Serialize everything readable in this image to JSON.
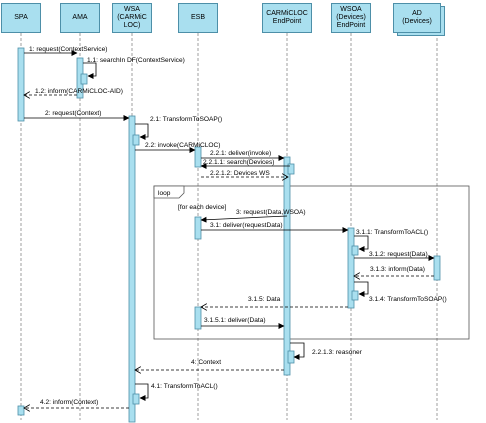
{
  "participants": [
    {
      "id": "spa",
      "label": "SPA"
    },
    {
      "id": "ama",
      "label": "AMA"
    },
    {
      "id": "wsa",
      "label": "WSA\n(CARMiC\nLOC)"
    },
    {
      "id": "esb",
      "label": "ESB"
    },
    {
      "id": "carmi",
      "label": "CARMiCLOC\nEndPoint"
    },
    {
      "id": "wsoa",
      "label": "WSOA\n(Devices)\nEndPoint"
    },
    {
      "id": "ad",
      "label": "AD\n(Devices)"
    }
  ],
  "frame": {
    "title": "loop",
    "guard": "[for each device]"
  },
  "messages": {
    "m1": "1: request(ContextService)",
    "m1_1": "1.1: searchIn DF(ContextService)",
    "m1_2": "1.2: inform(CARMiCLOC-AID)",
    "m2": "2: request(Context)",
    "m2_1": "2.1: TransformToSOAP()",
    "m2_2": "2.2: invoke(CARMiCLOC)",
    "m2_2_1": "2.2.1: deliver(invoke)",
    "m2_2_1_1": "2.2.1.1: search(Devices)",
    "m2_2_1_2": "2.2.1.2: Devices WS",
    "m3": "3: request(Data,WSOA)",
    "m3_1": "3.1: deliver(requestData)",
    "m3_1_1": "3.1.1: TransformToACL()",
    "m3_1_2": "3.1.2: request(Data)",
    "m3_1_3": "3.1.3: inform(Data)",
    "m3_1_4": "3.1.4: TransformToSOAP()",
    "m3_1_5": "3.1.5: Data",
    "m3_1_5_1": "3.1.5.1: deliver(Data)",
    "m2_2_1_3": "2.2.1.3: reasoner",
    "m4": "4: Context",
    "m4_1": "4.1: TransformToACL()",
    "m4_2": "4.2: inform(Context)"
  }
}
